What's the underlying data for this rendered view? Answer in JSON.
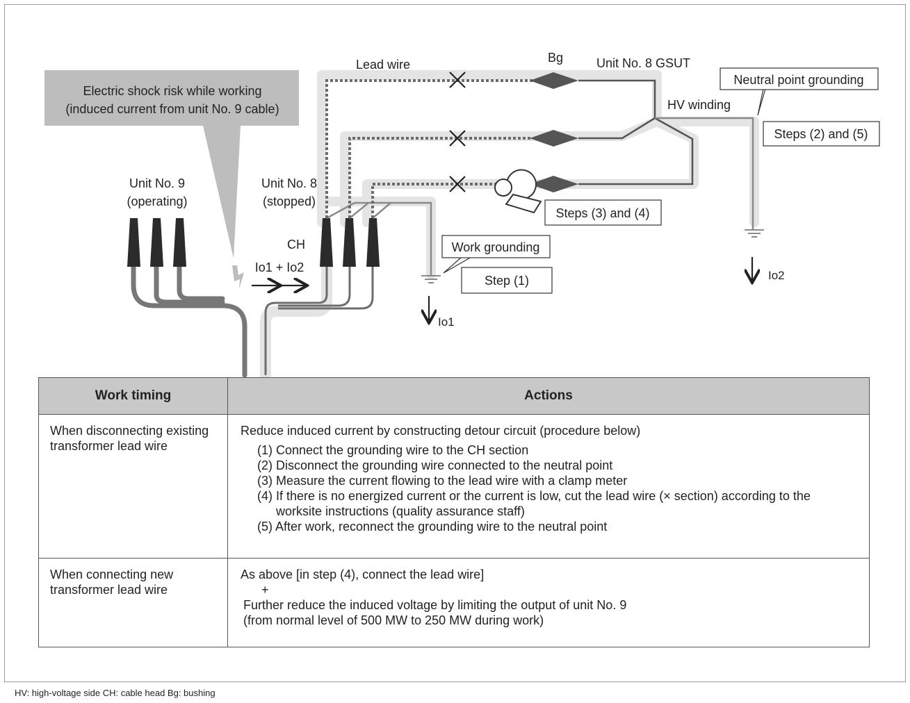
{
  "labels": {
    "shock_risk_line1": "Electric shock risk while working",
    "shock_risk_line2": "(induced current from unit No. 9 cable)",
    "unit9_line1": "Unit No. 9",
    "unit9_line2": "(operating)",
    "unit8_line1": "Unit No. 8",
    "unit8_line2": "(stopped)",
    "ch": "CH",
    "io1_io2": "Io1 + Io2",
    "lead_wire": "Lead wire",
    "bg": "Bg",
    "gsut": "Unit No. 8 GSUT",
    "hv_winding": "HV winding",
    "neutral_grounding": "Neutral point grounding",
    "steps_2_5": "Steps (2) and (5)",
    "steps_3_4": "Steps (3) and (4)",
    "work_grounding": "Work grounding",
    "step_1": "Step (1)",
    "io1": "Io1",
    "io2": "Io2"
  },
  "table": {
    "headers": [
      "Work timing",
      "Actions"
    ],
    "row1": {
      "timing": "When disconnecting existing transformer lead wire",
      "intro": "Reduce induced current by constructing detour circuit (procedure below)",
      "steps": [
        "(1) Connect the grounding wire to the CH section",
        "(2) Disconnect the grounding wire connected to the neutral point",
        "(3) Measure the current flowing to the lead wire with a clamp meter",
        "(4) If there is no energized current or the current is low, cut the lead wire (× section) according to the worksite instructions (quality assurance staff)",
        "(5) After work, reconnect the grounding wire to the neutral point"
      ]
    },
    "row2": {
      "timing": "When connecting new transformer lead wire",
      "line1": "As above [in step (4), connect the lead wire]",
      "plus": "+",
      "line2": "Further reduce the induced voltage by limiting the output of unit No. 9",
      "line3": "(from normal level of 500 MW to 250 MW during work)"
    }
  },
  "footnote": "HV: high-voltage side   CH: cable head   Bg: bushing",
  "colors": {
    "callout_gray": "#bdbdbd",
    "bushing_dark": "#555555",
    "cable_head": "#2b2b2b",
    "shadow_path": "#e4e4e4",
    "table_header": "#c8c8c8"
  }
}
